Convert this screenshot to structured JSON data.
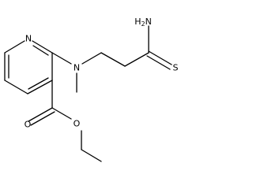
{
  "molecule": {
    "atoms": {
      "amine_nh2": {
        "symbol": "H2N",
        "main": "H",
        "sub": "2",
        "tail": "N"
      },
      "thione_s": "S",
      "pyridine_n": "N",
      "amine_n": "N",
      "ether_o": "O",
      "carbonyl_o": "O"
    }
  },
  "colors": {
    "ink": "#000000",
    "background": "#ffffff"
  }
}
